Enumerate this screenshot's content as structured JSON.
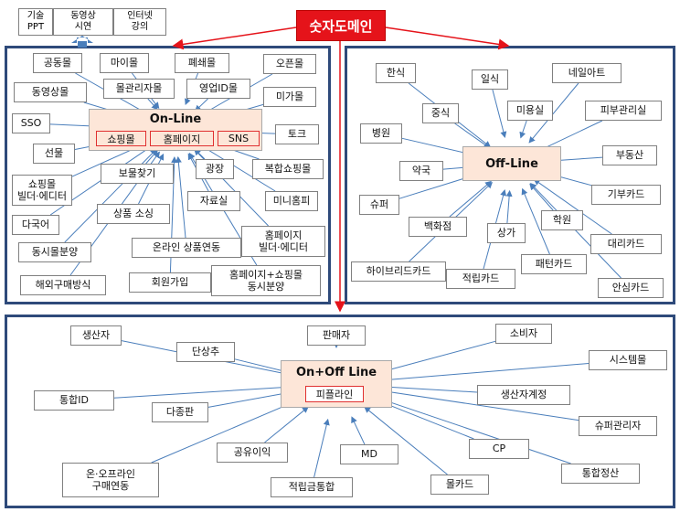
{
  "title": "숫자도메인",
  "top_boxes": [
    "기술\nPPT",
    "동영상\n시연",
    "인터넷\n강의"
  ],
  "online": {
    "center": "On-Line",
    "subs": [
      "쇼핑몰",
      "홈페이지",
      "SNS"
    ],
    "nodes": [
      "공동몰",
      "마이몰",
      "폐쇄몰",
      "오픈몰",
      "동영상몰",
      "몰관리자몰",
      "영업ID몰",
      "미가몰",
      "SSO",
      "토크",
      "선물",
      "보물찾기",
      "광장",
      "복합쇼핑몰",
      "쇼핑몰\n빌더·에디터",
      "자료실",
      "미니홈피",
      "다국어",
      "상품 소싱",
      "동시몰분양",
      "온라인 상품연동",
      "홈페이지\n빌더·에디터",
      "해외구매방식",
      "회원가입",
      "홈페이지+쇼핑몰\n동시분양"
    ]
  },
  "offline": {
    "center": "Off-Line",
    "nodes": [
      "한식",
      "일식",
      "네일아트",
      "중식",
      "미용실",
      "피부관리실",
      "병원",
      "부동산",
      "약국",
      "기부카드",
      "슈퍼",
      "백화점",
      "상가",
      "학원",
      "대리카드",
      "하이브리드카드",
      "적립카드",
      "패턴카드",
      "안심카드"
    ]
  },
  "onoff": {
    "center": "On+Off Line",
    "sub": "피플라인",
    "nodes": [
      "생산자",
      "판매자",
      "소비자",
      "단상추",
      "시스템몰",
      "통합ID",
      "다종판",
      "생산자계정",
      "슈퍼관리자",
      "공유이익",
      "MD",
      "CP",
      "온·오프라인\n구매연동",
      "통합정산",
      "적립금통합",
      "몰카드"
    ]
  },
  "colors": {
    "frame": "#2e4a7a",
    "arrow": "#4a7ebb",
    "accent": "#e5131a",
    "center_fill": "#fde6d8"
  }
}
